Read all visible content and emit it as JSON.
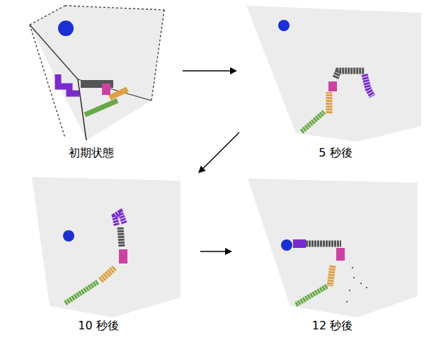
{
  "diagram": {
    "nodes": [
      {
        "text": [
          "初期状態"
        ]
      },
      {
        "text": [
          "5 秒後"
        ]
      },
      {
        "text": [
          "10 秒後"
        ]
      },
      {
        "text": [
          "12 秒後"
        ]
      }
    ],
    "edges": [
      {
        "from": 0,
        "to": 1,
        "arrow": "to"
      },
      {
        "from": 1,
        "to": 2,
        "arrow": "to"
      },
      {
        "from": 2,
        "to": 3,
        "arrow": "to"
      }
    ]
  }
}
